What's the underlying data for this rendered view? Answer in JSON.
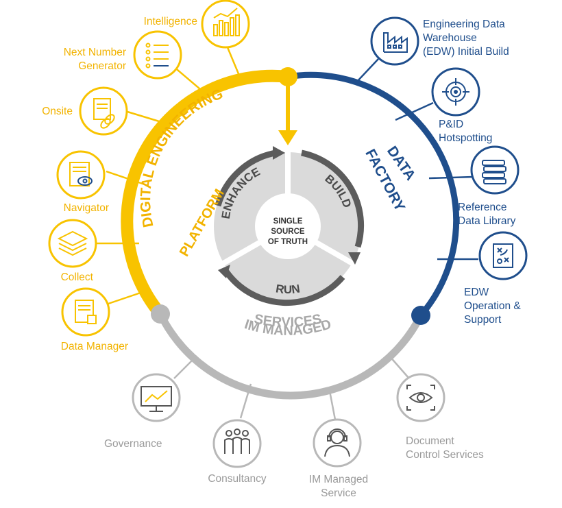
{
  "center": {
    "line1": "SINGLE",
    "line2": "SOURCE",
    "line3": "OF TRUTH"
  },
  "cycle": {
    "enhance": "ENHANCE",
    "build": "BUILD",
    "run": "RUN"
  },
  "arcs": {
    "platform_line1": "DIGITAL ENGINEERING",
    "platform_line2": "PLATFORM",
    "factory_line1": "DATA",
    "factory_line2": "FACTORY",
    "services_line1": "IM MANAGED",
    "services_line2": "SERVICES"
  },
  "platform_items": {
    "intelligence": "Intelligence",
    "next_number_line1": "Next Number",
    "next_number_line2": "Generator",
    "onsite": "Onsite",
    "navigator": "Navigator",
    "collect": "Collect",
    "data_manager": "Data Manager"
  },
  "factory_items": {
    "edw_line1": "Engineering Data",
    "edw_line2": "Warehouse",
    "edw_line3": "(EDW) Initial Build",
    "pid_line1": "P&ID",
    "pid_line2": "Hotspotting",
    "ref_line1": "Reference",
    "ref_line2": "Data Library",
    "ops_line1": "EDW",
    "ops_line2": "Operation &",
    "ops_line3": "Support"
  },
  "services_items": {
    "governance": "Governance",
    "consultancy": "Consultancy",
    "managed_line1": "IM Managed",
    "managed_line2": "Service",
    "doc_line1": "Document",
    "doc_line2": "Control Services"
  },
  "colors": {
    "yellow": "#f8c300",
    "blue": "#1f4e8c",
    "grey": "#b8b8b8",
    "dark_grey": "#5c5c5c",
    "light_grey": "#d9d9d9"
  }
}
